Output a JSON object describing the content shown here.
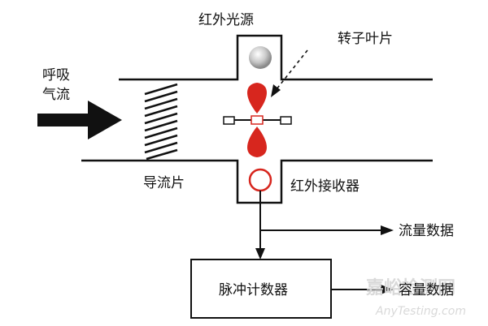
{
  "labels": {
    "ir_source": "红外光源",
    "rotor_blade": "转子叶片",
    "breath_flow_line1": "呼吸",
    "breath_flow_line2": "气流",
    "guide_vane": "导流片",
    "ir_receiver": "红外接收器",
    "flow_data": "流量数据",
    "pulse_counter": "脉冲计数器",
    "volume_data": "容量数据"
  },
  "watermark": {
    "cn": "嘉峪检测网",
    "en": "AnyTesting.com"
  },
  "colors": {
    "line": "#111111",
    "rotor_red": "#d7261e",
    "ball_gray": "#bfbfbf",
    "watermark": "#d9d9d9"
  }
}
